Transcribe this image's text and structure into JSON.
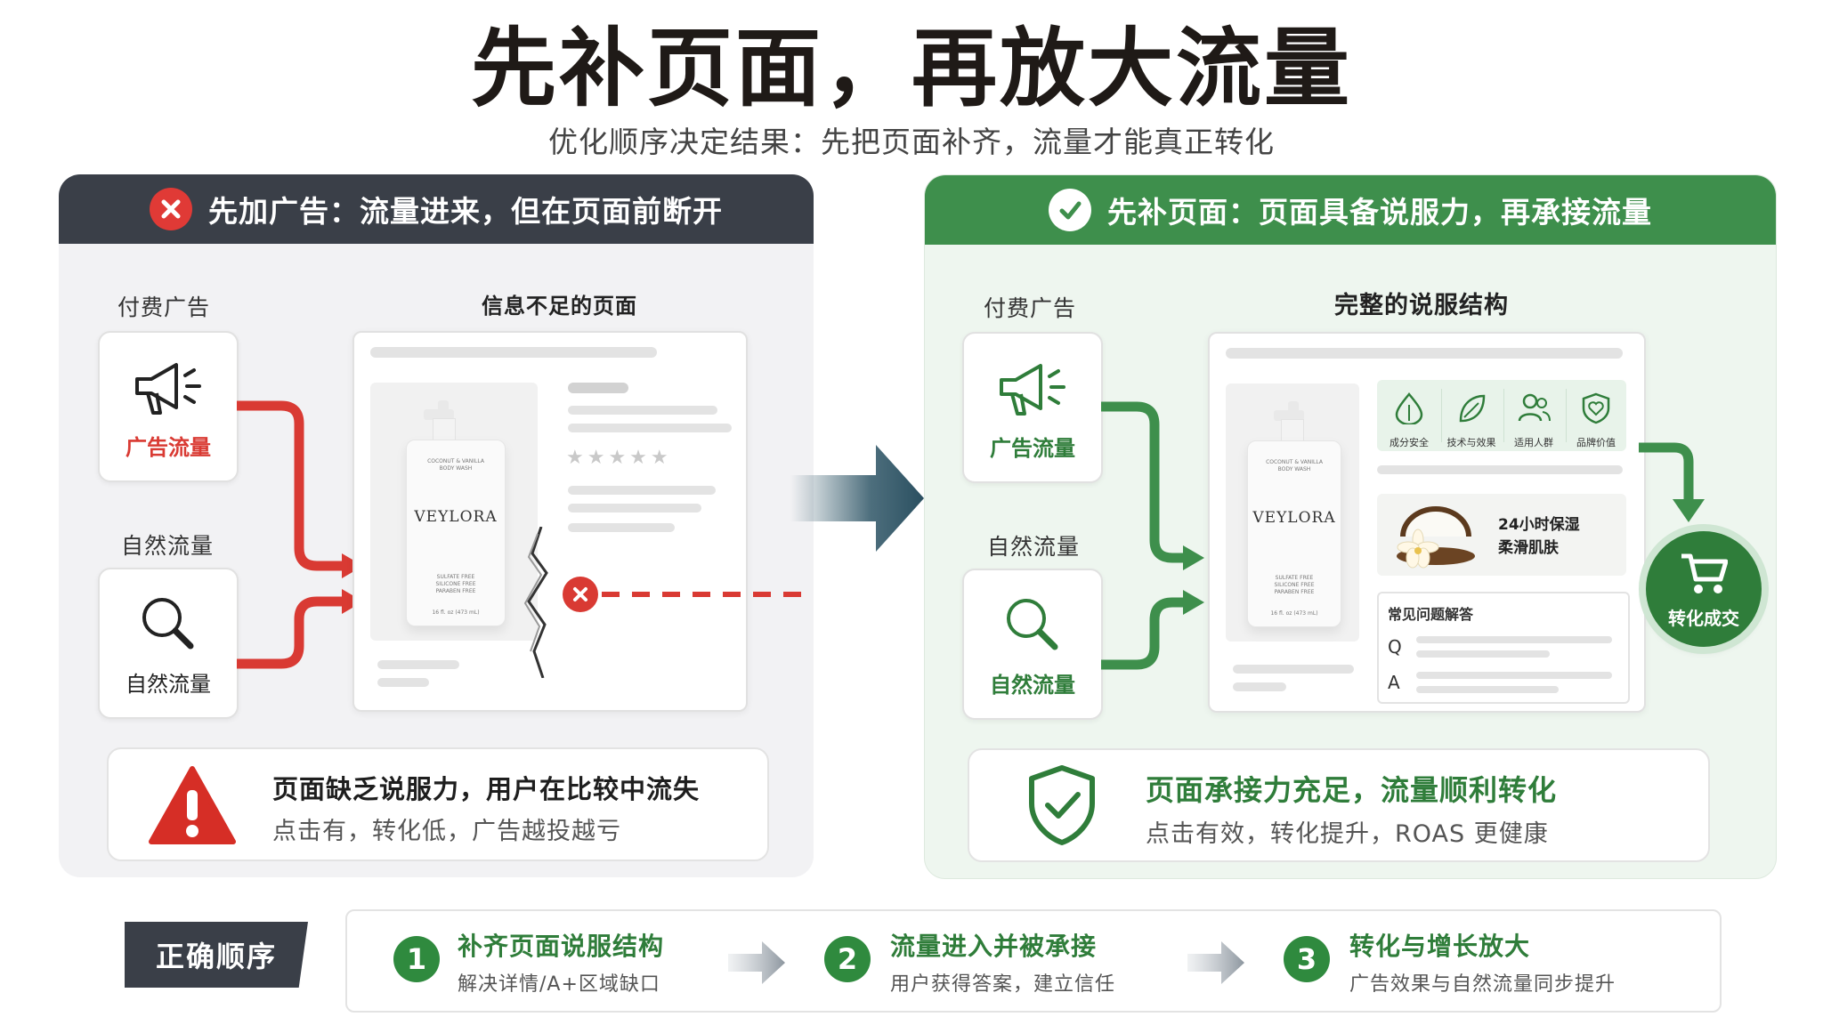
{
  "title": "先补页面，再放大流量",
  "subtitle": "优化顺序决定结果：先把页面补齐，流量才能真正转化",
  "left": {
    "header": "先加广告：流量进来，但在页面前断开",
    "paid_label": "付费广告",
    "paid_card": "广告流量",
    "organic_label": "自然流量",
    "organic_card": "自然流量",
    "page_title": "信息不足的页面",
    "stars": "★★★★★",
    "callout_title": "页面缺乏说服力，用户在比较中流失",
    "callout_sub": "点击有，转化低，广告越投越亏",
    "color": "#d93a33"
  },
  "right": {
    "header": "先补页面：页面具备说服力，再承接流量",
    "paid_label": "付费广告",
    "paid_card": "广告流量",
    "organic_label": "自然流量",
    "organic_card": "自然流量",
    "page_title": "完整的说服结构",
    "features": [
      "成分安全",
      "技术与效果",
      "适用人群",
      "品牌价值"
    ],
    "benefit_line1": "24小时保湿",
    "benefit_line2": "柔滑肌肤",
    "faq_title": "常见问题解答",
    "faq_q": "Q",
    "faq_a": "A",
    "convert_label": "转化成交",
    "callout_title": "页面承接力充足，流量顺利转化",
    "callout_sub": "点击有效，转化提升，ROAS 更健康",
    "color": "#3e8f4c"
  },
  "product": {
    "brand": "VEYLORA",
    "name_line1": "COCONUT & VANILLA",
    "name_line2": "BODY WASH",
    "spec_lines": [
      "SULFATE FREE",
      "SILICONE FREE",
      "PARABEN FREE"
    ],
    "volume": "16 fl. oz (473 mL)"
  },
  "bottom": {
    "tag": "正确顺序",
    "steps": [
      {
        "num": "1",
        "title": "补齐页面说服结构",
        "desc": "解决详情/A+区域缺口"
      },
      {
        "num": "2",
        "title": "流量进入并被承接",
        "desc": "用户获得答案，建立信任"
      },
      {
        "num": "3",
        "title": "转化与增长放大",
        "desc": "广告效果与自然流量同步提升"
      }
    ]
  }
}
